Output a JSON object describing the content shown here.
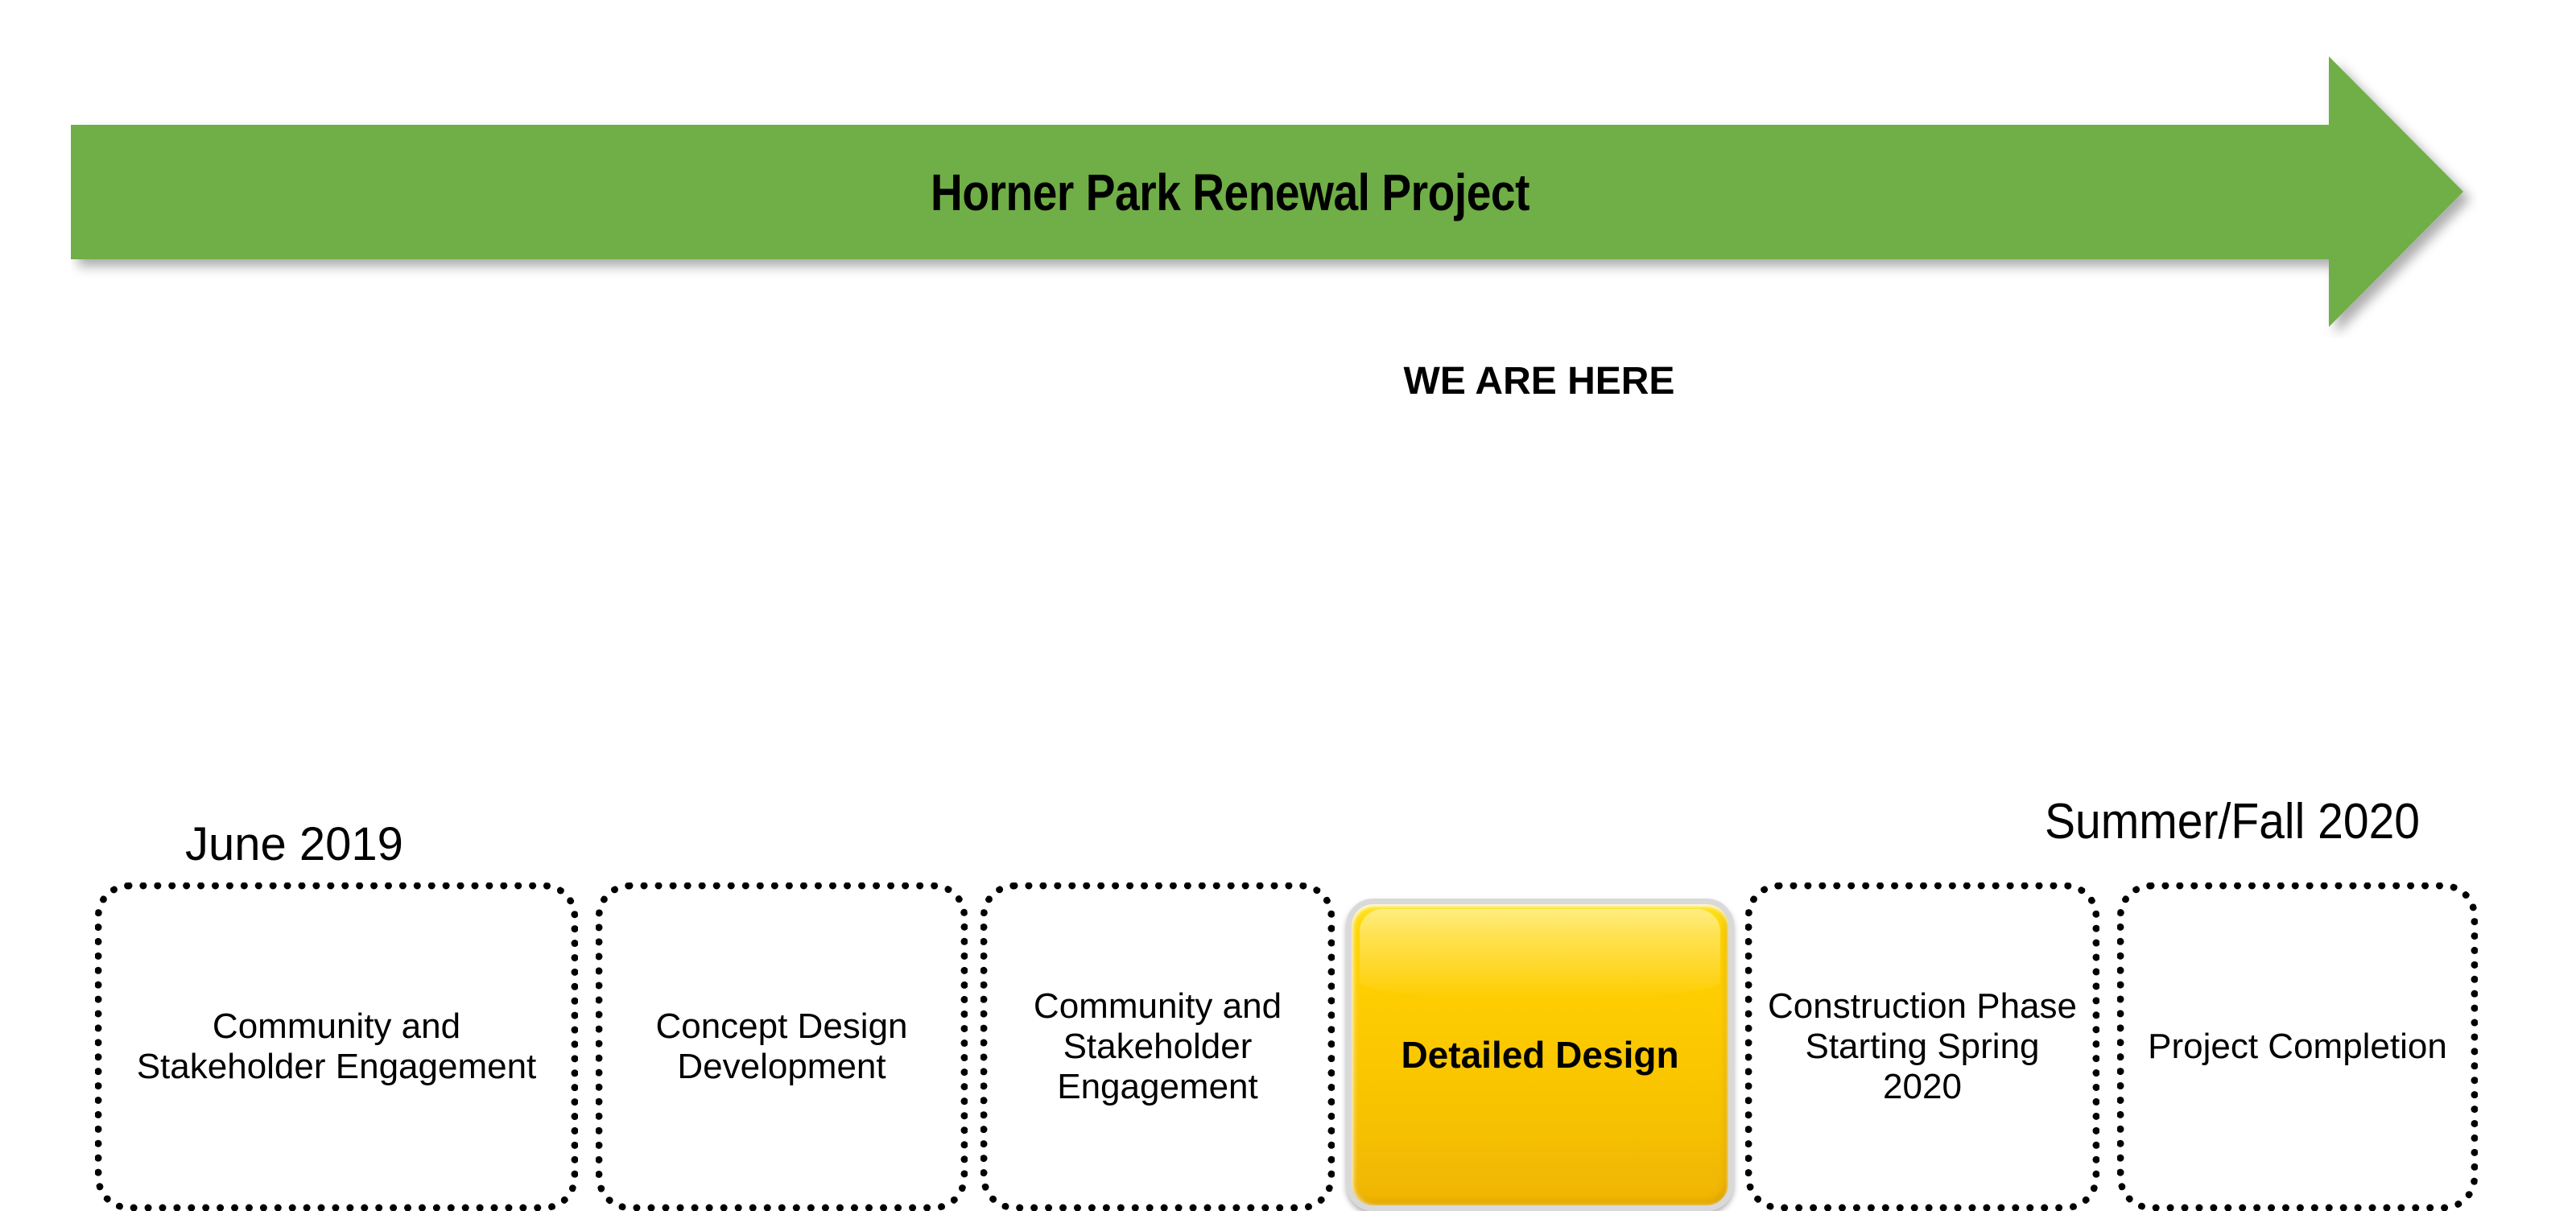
{
  "banner": {
    "title": "Horner Park Renewal Project",
    "shape": "right-arrow",
    "fill_color": "#6FAE46",
    "text_color": "#000000"
  },
  "current_stage_marker": {
    "label": "WE ARE HERE",
    "points_to": "Detailed Design"
  },
  "timeline": {
    "stages": [
      {
        "label": "Community and Stakeholder Engagement",
        "style": "dotted-outline",
        "current": false
      },
      {
        "label": "Concept Design Development",
        "style": "dotted-outline",
        "current": false
      },
      {
        "label": "Community and Stakeholder Engagement",
        "style": "dotted-outline",
        "current": false
      },
      {
        "label": "Detailed Design",
        "style": "highlighted",
        "current": true,
        "fill_color": "#FECC01",
        "border_color": "#D9D9D9"
      },
      {
        "label": "Construction Phase Starting Spring 2020",
        "style": "dotted-outline",
        "current": false
      },
      {
        "label": "Project Completion",
        "style": "dotted-outline",
        "current": false
      }
    ]
  },
  "dates": {
    "start": "June 2019",
    "end": "Summer/Fall 2020"
  }
}
